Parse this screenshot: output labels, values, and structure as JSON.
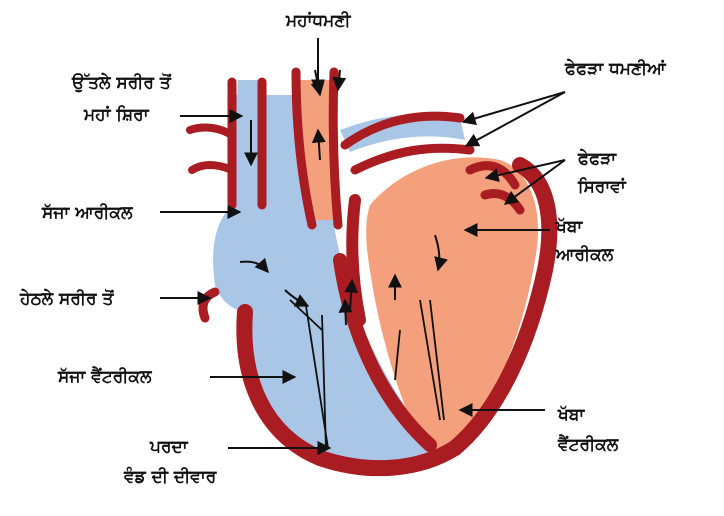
{
  "colors": {
    "deoxygenated": "#a9c6e6",
    "oxygenated": "#f4a07c",
    "muscle": "#a81c22",
    "arrow": "#111111"
  },
  "labels": {
    "aorta": "ਮਹਾਂਧਮਣੀ",
    "pulmonary_artery": "ਫੇਫੜਾ ਧਮਣੀਆਂ",
    "upper_body_vena_cava_line1": "ਉੱਤਲੇ ਸਰੀਰ ਤੋਂ",
    "upper_body_vena_cava_line2": "ਮਹਾਂ ਸ਼ਿਰਾ",
    "pulmonary_veins_line1": "ਫੇਫੜਾ",
    "pulmonary_veins_line2": "ਸਿਰਾਵਾਂ",
    "right_atrium": "ਸੱਜਾ ਆਰੀਕਲ",
    "left_atrium_line1": "ਖੱਬਾ",
    "left_atrium_line2": "ਆਰੀਕਲ",
    "lower_body": "ਹੇਠਲੇ ਸਰੀਰ ਤੋਂ",
    "right_ventricle": "ਸੱਜਾ ਵੈਂਟਰੀਕਲ",
    "left_ventricle_line1": "ਖੱਬਾ",
    "left_ventricle_line2": "ਵੈਂਟਰੀਕਲ",
    "septum_line1": "ਪਰਦਾ",
    "septum_line2": "ਵੰਡ ਦੀ ਦੀਵਾਰ"
  }
}
